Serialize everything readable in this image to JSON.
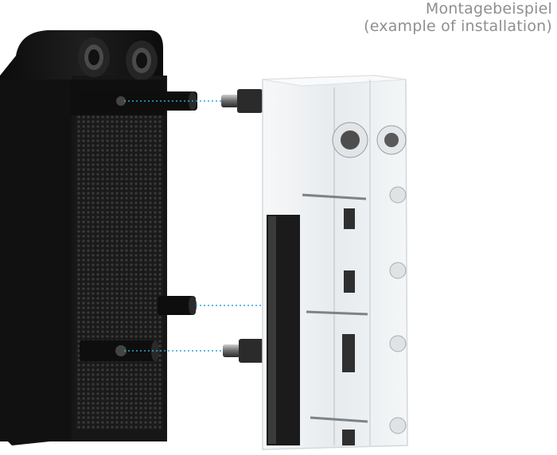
{
  "caption": {
    "line1": "Montagebeispiel",
    "line2": "(example of installation)"
  },
  "colors": {
    "background": "#ffffff",
    "caption_text": "#8f8f8f",
    "radiator_body": "#141414",
    "acrylic_block": "#eef1f3",
    "guide_lines": "#2aa7d8"
  },
  "scene": {
    "left_object": "black radiator with mesh and screw threads",
    "right_object": "clear acrylic pump/reservoir block",
    "connectors": "three dashed cyan alignment lines between standoffs and pins"
  }
}
